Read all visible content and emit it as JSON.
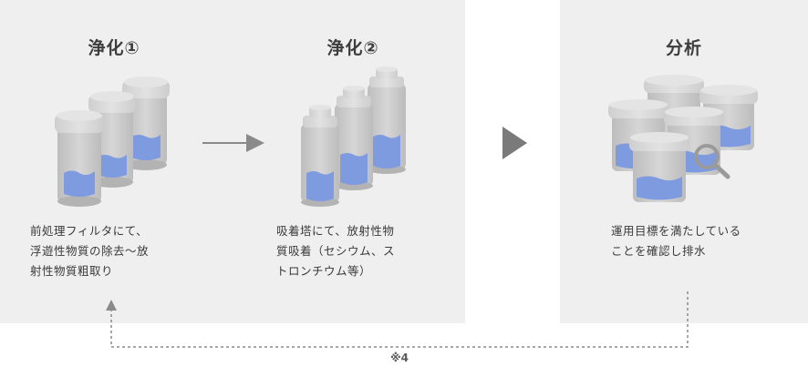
{
  "stages": [
    {
      "title": "浄化①",
      "description": "前処理フィルタにて、\n浮遊性物質の除去～放\n射性物質粗取り",
      "icon": "filter-bottles-icon"
    },
    {
      "title": "浄化②",
      "description": "吸着塔にて、放射性物\n質吸着（セシウム、ス\nトロンチウム等）",
      "icon": "adsorption-tower-bottles-icon"
    },
    {
      "title": "分析",
      "description": "運用目標を満たしている\nことを確認し排水",
      "icon": "analysis-jars-magnifier-icon"
    }
  ],
  "footnote": "※4",
  "colors": {
    "panel": "#efefef",
    "bottle_body": "#c9c9c9",
    "bottle_cap": "#d7d7d7",
    "liquid": "#7f9be0",
    "arrow": "#8a8a8a"
  }
}
